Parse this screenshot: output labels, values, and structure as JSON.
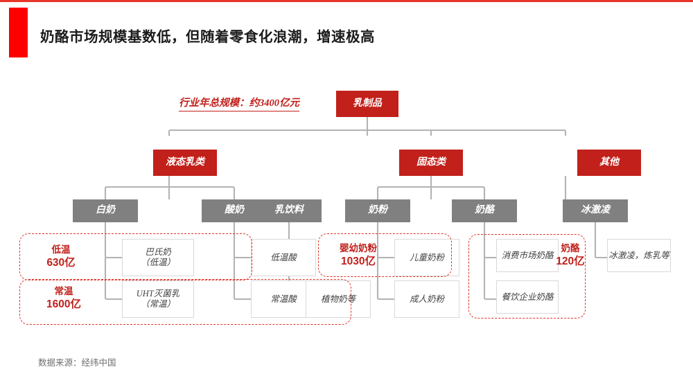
{
  "header": {
    "title": "奶酪市场规模基数低，但随着零食化浪潮，增速极高",
    "accent_color": "#fe0000",
    "rule_color": "#e8352a"
  },
  "footer": {
    "source": "数据来源：经纬中国"
  },
  "diagram": {
    "type": "tree",
    "total_tag": "行业年总规模：约3400亿元",
    "colors": {
      "red": "#c1201b",
      "gray": "#808080",
      "leaf_border": "#d8d8d8",
      "dashed": "#e03127",
      "connector": "#b3b3b3"
    },
    "root": {
      "label": "乳制品"
    },
    "level2": [
      {
        "label": "液态乳类"
      },
      {
        "label": "固态类"
      },
      {
        "label": "其他"
      }
    ],
    "level3": [
      {
        "label": "白奶"
      },
      {
        "label": "酸奶"
      },
      {
        "label": "乳饮料"
      },
      {
        "label": "奶粉"
      },
      {
        "label": "奶酪"
      },
      {
        "label": "冰激凌"
      }
    ],
    "leaves": [
      {
        "label": "巴氏奶\n（低温）"
      },
      {
        "label": "UHT灭菌乳\n（常温）"
      },
      {
        "label": "低温酸"
      },
      {
        "label": "常温酸"
      },
      {
        "label": "植物奶等"
      },
      {
        "label": "儿童奶粉"
      },
      {
        "label": "成人奶粉"
      },
      {
        "label": "消费市场奶酪"
      },
      {
        "label": "餐饮企业奶酪"
      },
      {
        "label": "冰激凌，炼乳等"
      }
    ],
    "segment_labels": [
      {
        "line1": "低温",
        "line2": "630亿"
      },
      {
        "line1": "常温",
        "line2": "1600亿"
      },
      {
        "line1": "婴幼奶粉",
        "line2": "1030亿"
      },
      {
        "line1": "奶酪",
        "line2": "120亿"
      }
    ]
  },
  "chart_data": {
    "type": "tree",
    "title": "奶酪市场规模基数低，但随着零食化浪潮，增速极高",
    "annotation": "行业年总规模：约3400亿元",
    "source": "数据来源：经纬中国",
    "nodes": [
      {
        "id": "root",
        "label": "乳制品",
        "level": 0,
        "style": "red"
      },
      {
        "id": "liquid",
        "label": "液态乳类",
        "level": 1,
        "style": "red",
        "parent": "root"
      },
      {
        "id": "solid",
        "label": "固态类",
        "level": 1,
        "style": "red",
        "parent": "root"
      },
      {
        "id": "other",
        "label": "其他",
        "level": 1,
        "style": "red",
        "parent": "root"
      },
      {
        "id": "白奶",
        "label": "白奶",
        "level": 2,
        "style": "gray",
        "parent": "liquid"
      },
      {
        "id": "酸奶",
        "label": "酸奶",
        "level": 2,
        "style": "gray",
        "parent": "liquid"
      },
      {
        "id": "乳饮料",
        "label": "乳饮料",
        "level": 2,
        "style": "gray",
        "parent": "liquid"
      },
      {
        "id": "奶粉",
        "label": "奶粉",
        "level": 2,
        "style": "gray",
        "parent": "solid"
      },
      {
        "id": "奶酪",
        "label": "奶酪",
        "level": 2,
        "style": "gray",
        "parent": "solid"
      },
      {
        "id": "冰激凌",
        "label": "冰激凌",
        "level": 2,
        "style": "gray",
        "parent": "other"
      },
      {
        "id": "巴氏奶",
        "label": "巴氏奶（低温）",
        "level": 3,
        "style": "leaf",
        "parent": "白奶"
      },
      {
        "id": "UHT",
        "label": "UHT灭菌乳（常温）",
        "level": 3,
        "style": "leaf",
        "parent": "白奶"
      },
      {
        "id": "低温酸",
        "label": "低温酸",
        "level": 3,
        "style": "leaf",
        "parent": "酸奶"
      },
      {
        "id": "常温酸",
        "label": "常温酸",
        "level": 3,
        "style": "leaf",
        "parent": "酸奶"
      },
      {
        "id": "植物奶等",
        "label": "植物奶等",
        "level": 3,
        "style": "leaf",
        "parent": "乳饮料"
      },
      {
        "id": "儿童奶粉",
        "label": "儿童奶粉",
        "level": 3,
        "style": "leaf",
        "parent": "奶粉"
      },
      {
        "id": "成人奶粉",
        "label": "成人奶粉",
        "level": 3,
        "style": "leaf",
        "parent": "奶粉"
      },
      {
        "id": "消费市场奶酪",
        "label": "消费市场奶酪",
        "level": 3,
        "style": "leaf",
        "parent": "奶酪"
      },
      {
        "id": "餐饮企业奶酪",
        "label": "餐饮企业奶酪",
        "level": 3,
        "style": "leaf",
        "parent": "奶酪"
      },
      {
        "id": "冰激凌炼乳",
        "label": "冰激凌，炼乳等",
        "level": 3,
        "style": "leaf",
        "parent": "冰激凌"
      }
    ],
    "market_sizes": [
      {
        "segment": "乳制品行业总规模",
        "value": 3400,
        "unit": "亿元",
        "approx": true
      },
      {
        "segment": "低温",
        "value": 630,
        "unit": "亿元"
      },
      {
        "segment": "常温",
        "value": 1600,
        "unit": "亿元"
      },
      {
        "segment": "婴幼奶粉",
        "value": 1030,
        "unit": "亿元"
      },
      {
        "segment": "奶酪",
        "value": 120,
        "unit": "亿元"
      }
    ]
  }
}
